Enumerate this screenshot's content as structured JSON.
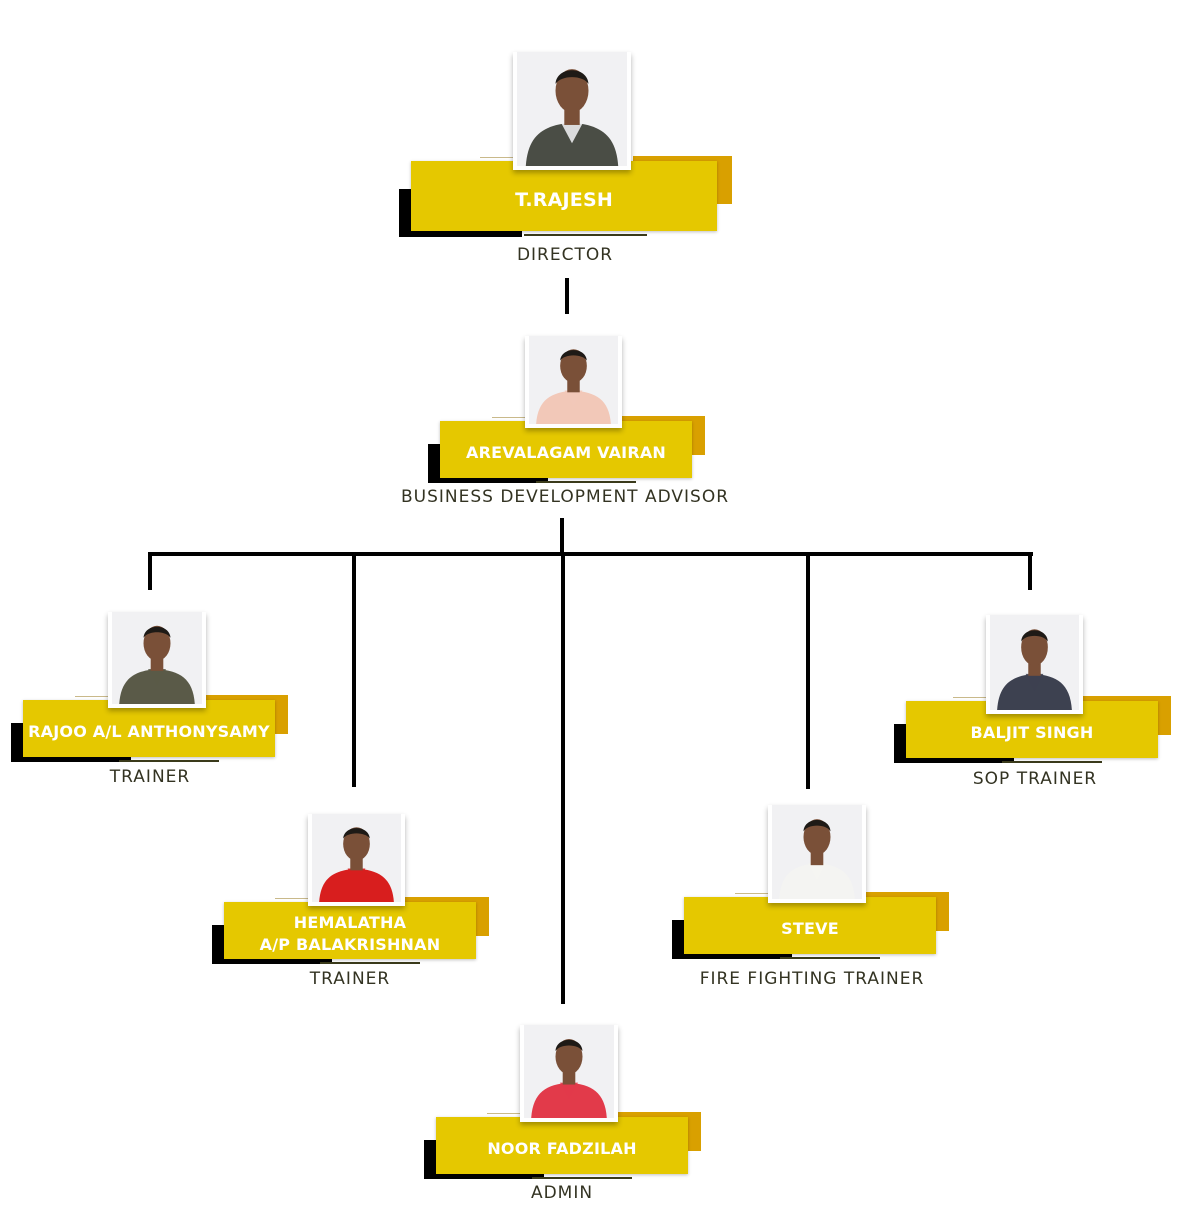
{
  "org_chart": {
    "members": [
      {
        "name": "T.RAJESH",
        "role": "DIRECTOR",
        "shirt": "#f4f6f8",
        "jacket": "#4a4d45"
      },
      {
        "name": "AREVALAGAM VAIRAN",
        "role": "BUSINESS DEVELOPMENT ADVISOR",
        "shirt": "#f2c8b8",
        "jacket": "#f2c8b8"
      },
      {
        "name": "RAJOO A/L ANTHONYSAMY",
        "role": "TRAINER",
        "shirt": "#5a5a48",
        "jacket": "#5a5a48"
      },
      {
        "name": "BALJIT SINGH",
        "role": "SOP TRAINER",
        "shirt": "#3d4150",
        "jacket": "#3d4150"
      },
      {
        "name": "HEMALATHA\nA/P BALAKRISHNAN",
        "role": "TRAINER",
        "shirt": "#d81e1e",
        "jacket": "#d81e1e"
      },
      {
        "name": "STEVE",
        "role": "FIRE FIGHTING TRAINER",
        "shirt": "#f4f4f2",
        "jacket": "#f4f4f2"
      },
      {
        "name": "NOOR FADZILAH",
        "role": "ADMIN",
        "shirt": "#e23a4a",
        "jacket": "#e23a4a"
      }
    ],
    "colors": {
      "band": "#e5c800",
      "accent": "#d9a000",
      "shadow_block": "#000000"
    }
  }
}
